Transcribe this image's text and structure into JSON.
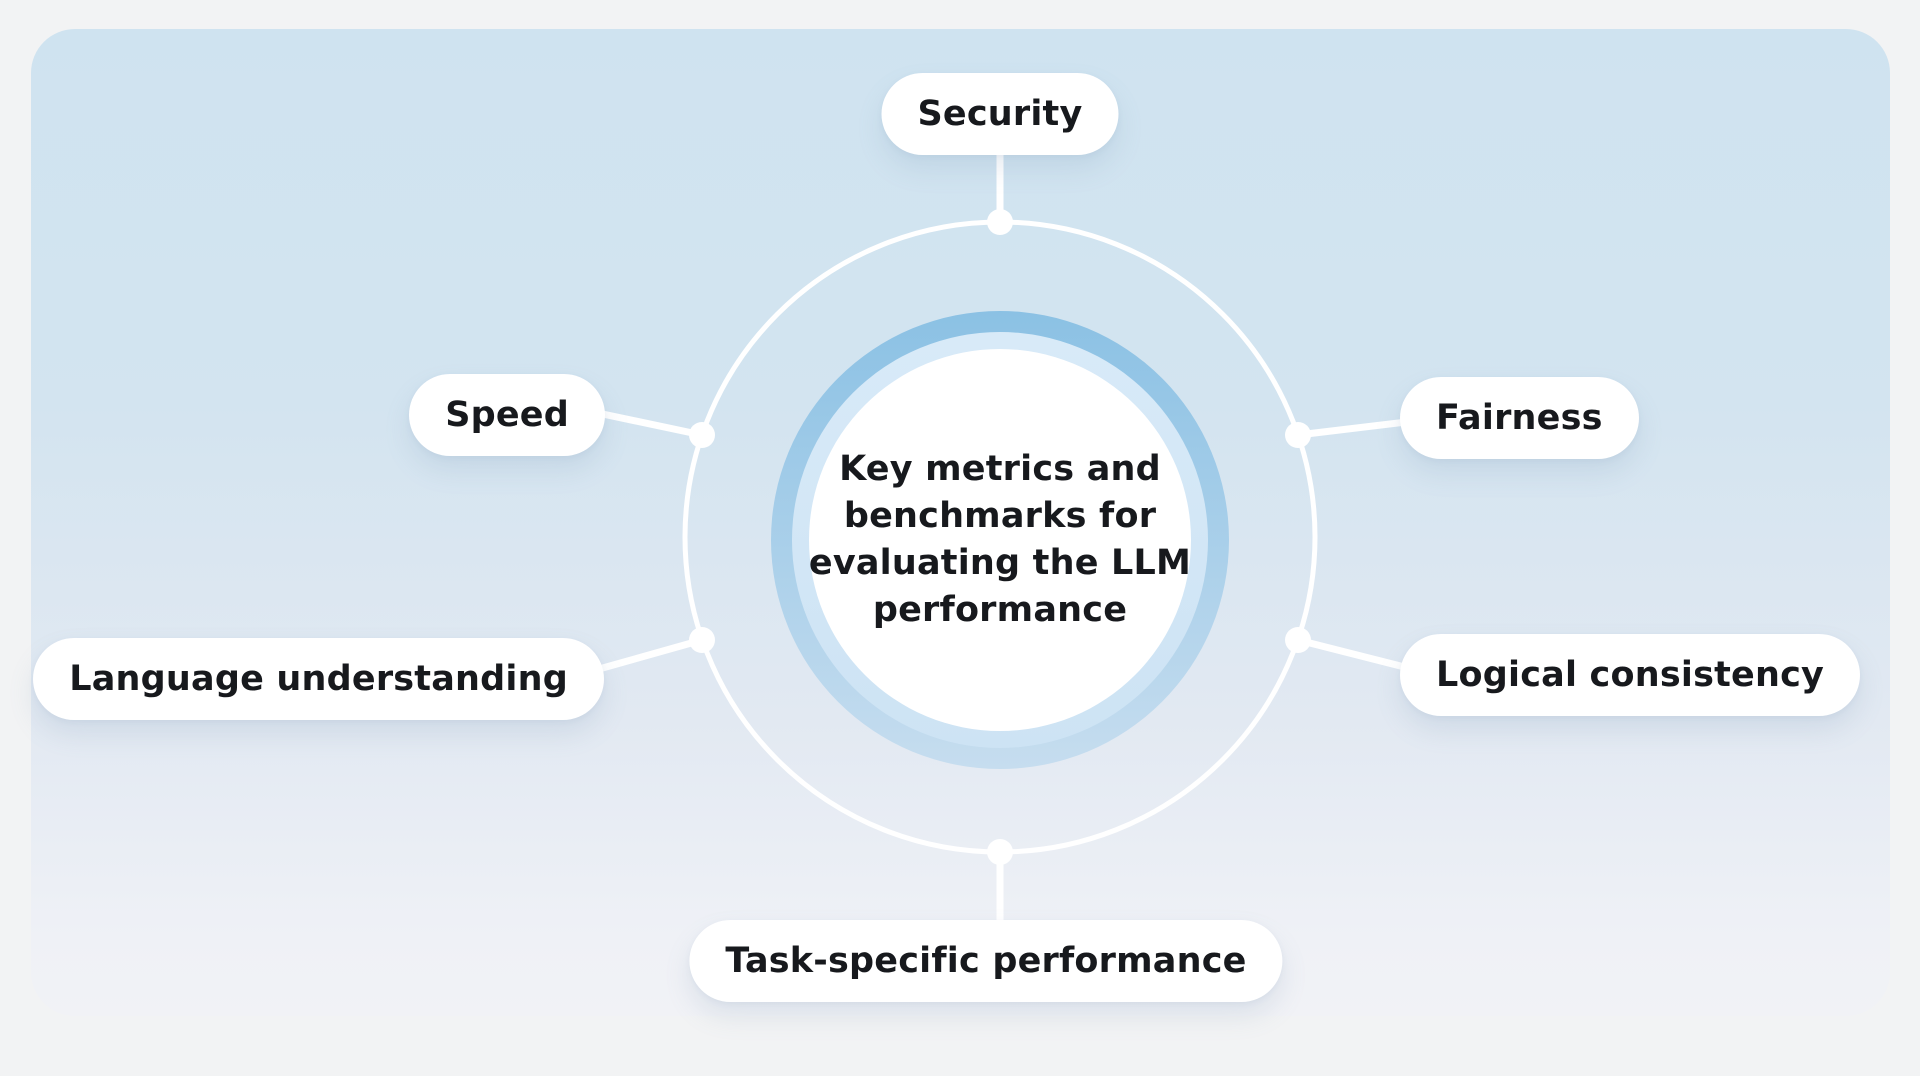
{
  "diagram": {
    "center": {
      "lines": [
        "Key metrics and",
        "benchmarks for",
        "evaluating the LLM",
        "performance"
      ],
      "full_text": "Key metrics and benchmarks for evaluating the LLM performance"
    },
    "nodes": [
      {
        "id": "security",
        "label": "Security",
        "position": "top"
      },
      {
        "id": "speed",
        "label": "Speed",
        "position": "left-upper"
      },
      {
        "id": "fairness",
        "label": "Fairness",
        "position": "right-upper"
      },
      {
        "id": "language-understanding",
        "label": "Language understanding",
        "position": "left-lower"
      },
      {
        "id": "logical-consistency",
        "label": "Logical consistency",
        "position": "right-lower"
      },
      {
        "id": "task-specific-performance",
        "label": "Task-specific performance",
        "position": "bottom"
      }
    ],
    "colors": {
      "page_background": "#f2f3f4",
      "card_gradient_top": "#cfe3f0",
      "card_gradient_bottom": "#f1f2f6",
      "node_background": "#ffffff",
      "text": "#17191d",
      "ring_stroke": "#ffffff",
      "center_outer_ring_top": "#8bc1e4",
      "center_outer_ring_bottom": "#c6ddef",
      "center_inner_ring": "#d3e6f5",
      "center_fill": "#ffffff"
    }
  }
}
